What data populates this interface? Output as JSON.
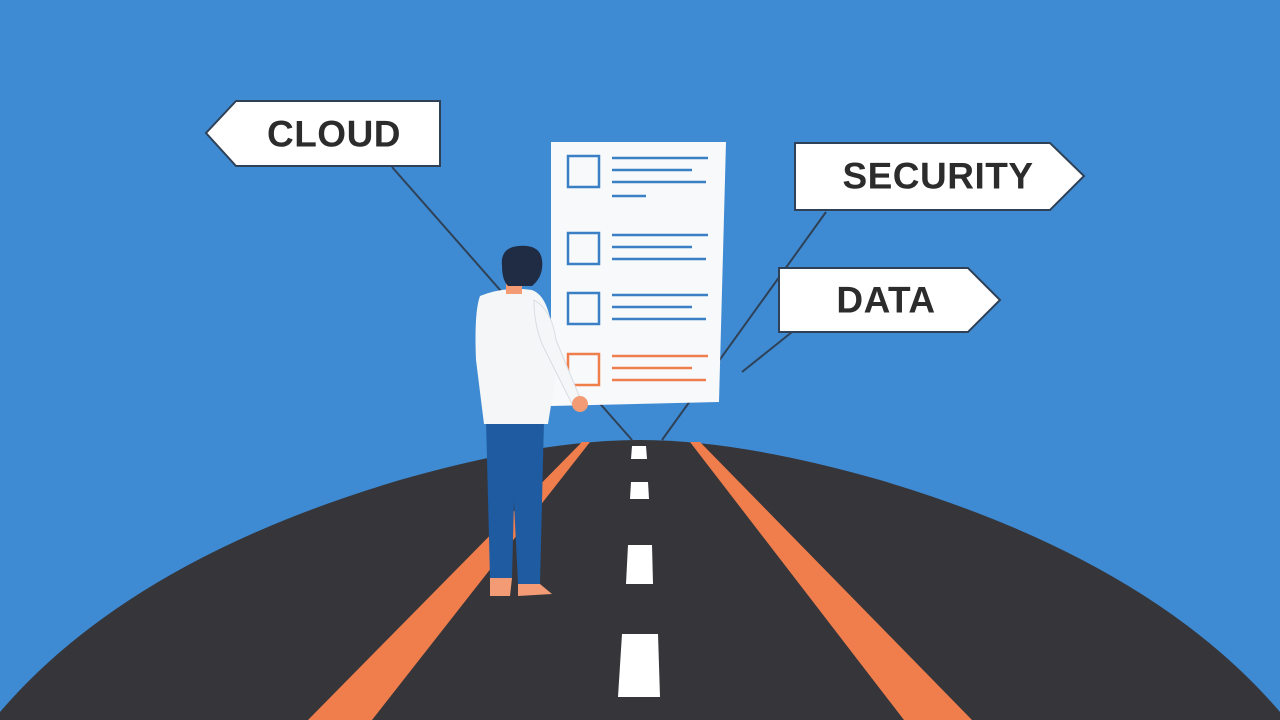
{
  "signs": {
    "cloud": "CLOUD",
    "security": "SECURITY",
    "data": "DATA"
  },
  "colors": {
    "sky": "#3e8bd3",
    "road": "#36353a",
    "road_edge_lines": "#f07d4c",
    "center_dashes": "#ffffff",
    "sign_fill": "#ffffff",
    "sign_border": "#2f4156",
    "sign_text": "#2c2c2c",
    "checklist_paper": "#f7f9fb",
    "checklist_blue": "#3b7fc4",
    "checklist_orange": "#f07d4c",
    "shirt": "#f4f6f8",
    "pants": "#1e5ba0",
    "hair": "#1f2c44",
    "skin": "#f29b74"
  },
  "checklist": {
    "items": [
      {
        "state": "pending",
        "color": "blue"
      },
      {
        "state": "pending",
        "color": "blue"
      },
      {
        "state": "pending",
        "color": "blue"
      },
      {
        "state": "highlighted",
        "color": "orange"
      }
    ]
  }
}
